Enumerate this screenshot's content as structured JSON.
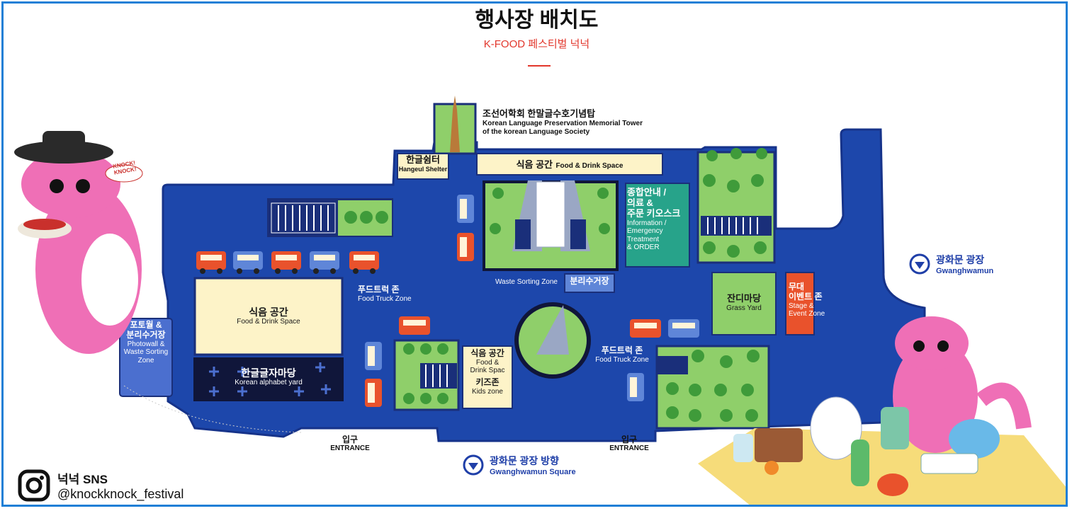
{
  "header": {
    "title": "행사장 배치도",
    "subtitle": "K-FOOD 페스티벌 넉넉"
  },
  "colors": {
    "venue": "#1d47ab",
    "venue_edge": "#16338a",
    "grass": "#8fcf6a",
    "tree": "#3f9b3a",
    "cream": "#fdf3c8",
    "teal": "#27a38a",
    "orange": "#e9522c",
    "accent_red": "#e2362b",
    "frame": "#1f7fd6"
  },
  "map": {
    "tower": {
      "ko": "조선어학회 한말글수호기념탑",
      "en_line1": "Korean Language Preservation Memorial Tower",
      "en_line2": "of the korean Language Society"
    },
    "shelter": {
      "ko": "한글쉼터",
      "en": "Hangeul Shelter"
    },
    "food_drink_top": {
      "ko": "식음 공간",
      "en": "Food & Drink Space"
    },
    "info_kiosk": {
      "ko_line1": "종합안내 /",
      "ko_line2": "의료 &",
      "ko_line3": "주문 키오스크",
      "en_line1": "Information /",
      "en_line2": "Emergency",
      "en_line3": "Treatment",
      "en_line4": "& ORDER"
    },
    "waste_sorting": {
      "en": "Waste Sorting Zone",
      "ko": "분리수거장"
    },
    "food_truck_left": {
      "ko": "푸드트럭 존",
      "en": "Food Truck Zone"
    },
    "food_truck_right": {
      "ko": "푸드트럭 존",
      "en": "Food Truck Zone"
    },
    "food_drink_left": {
      "ko": "식음 공간",
      "en": "Food & Drink Space"
    },
    "alphabet_yard": {
      "ko": "한글글자마당",
      "en": "Korean alphabet yard"
    },
    "photowall": {
      "ko_line1": "포토월 &",
      "ko_line2": "분리수거장",
      "en_line1": "Photowall &",
      "en_line2": "Waste Sorting",
      "en_line3": "Zone"
    },
    "food_kids": {
      "ko": "식음 공간",
      "en_line1": "Food &",
      "en_line2": "Drink Spac",
      "kids_ko": "키즈존",
      "kids_en": "Kids zone"
    },
    "grass_yard": {
      "ko": "잔디마당",
      "en": "Grass Yard"
    },
    "stage": {
      "ko_line1": "무대",
      "ko_line2": "이벤트 존",
      "en_line1": "Stage &",
      "en_line2": "Event Zone"
    },
    "entrance_left": {
      "ko": "입구",
      "en": "ENTRANCE"
    },
    "entrance_right": {
      "ko": "입구",
      "en": "ENTRANCE"
    },
    "gwanghwamun_plaza": {
      "ko": "광화문 광장",
      "en": "Gwanghwamun",
      "icon": "location-pin-icon"
    },
    "gwanghwamun_direction": {
      "ko": "광화문 광장 방향",
      "en": "Gwanghwamun Square",
      "icon": "location-pin-icon"
    }
  },
  "mascots": {
    "left_badge": "KNOCK! KNOCK!"
  },
  "sns": {
    "label": "넉넉 SNS",
    "handle": "@knockknock_festival",
    "icon": "instagram-icon"
  }
}
